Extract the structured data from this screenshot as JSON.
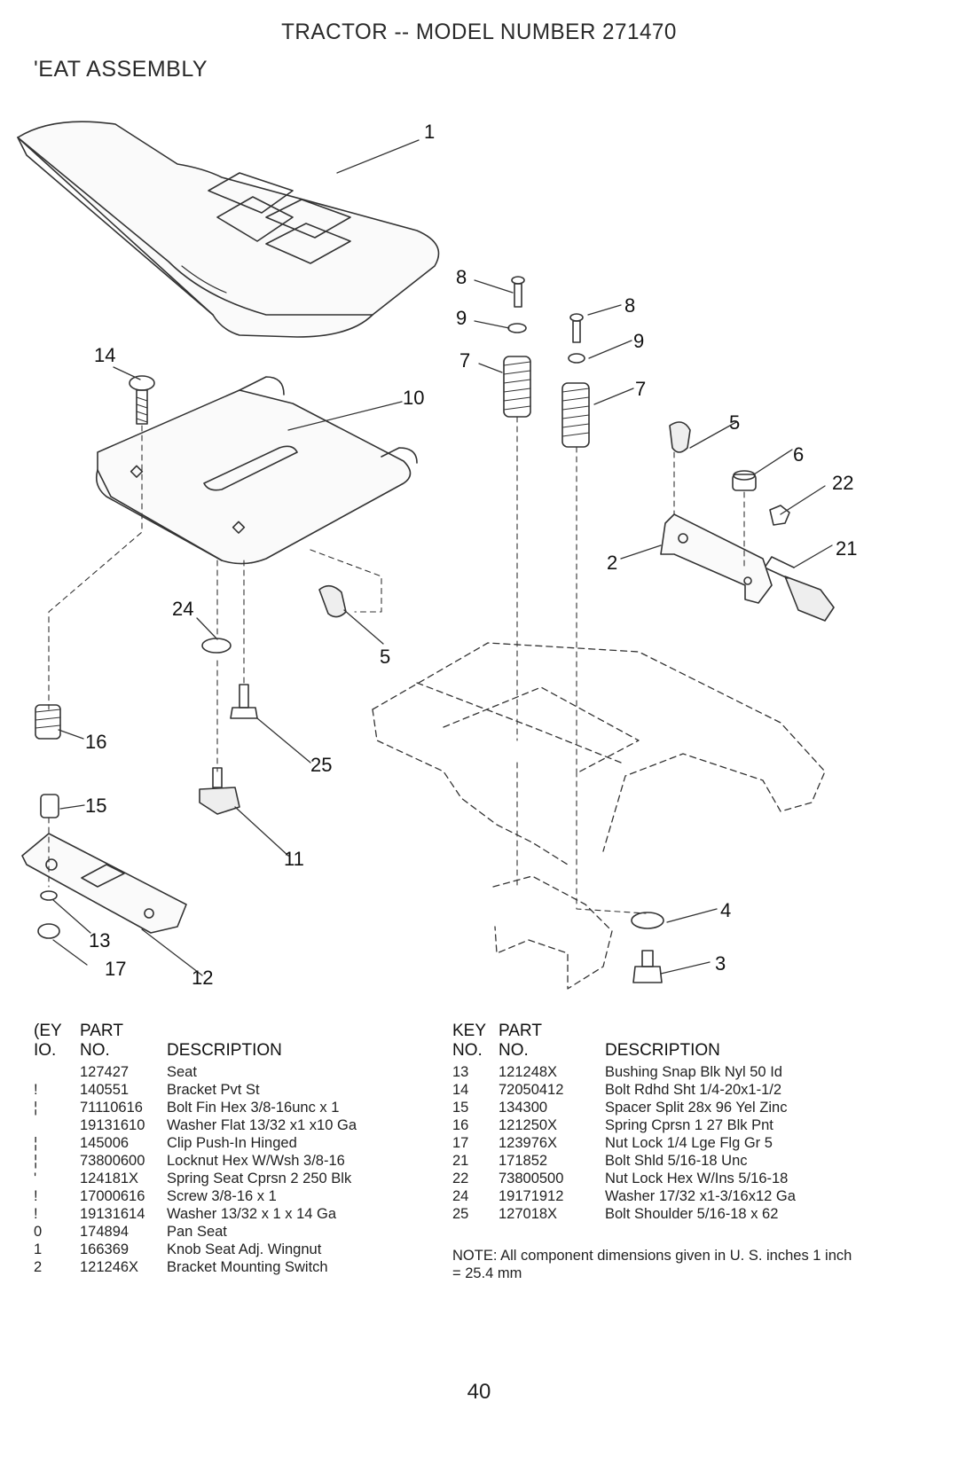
{
  "header": {
    "title": "TRACTOR -- MODEL NUMBER 271470",
    "section": "'EAT ASSEMBLY"
  },
  "diagram": {
    "callouts": [
      "1",
      "8",
      "9",
      "8",
      "7",
      "9",
      "7",
      "14",
      "10",
      "5",
      "6",
      "22",
      "2",
      "21",
      "24",
      "5",
      "16",
      "25",
      "15",
      "11",
      "4",
      "13",
      "3",
      "17",
      "12"
    ]
  },
  "table_left": {
    "header_key": [
      "(EY",
      "IO."
    ],
    "header_part": [
      "PART",
      "NO."
    ],
    "header_desc": "DESCRIPTION",
    "rows": [
      {
        "key": "",
        "part": "127427",
        "desc": "Seat"
      },
      {
        "key": "!",
        "part": "140551",
        "desc": "Bracket Pvt St"
      },
      {
        "key": "¦",
        "part": "71110616",
        "desc": "Bolt Fin Hex 3/8-16unc x 1"
      },
      {
        "key": "",
        "part": "19131610",
        "desc": "Washer Flat 13/32 x1 x10 Ga"
      },
      {
        "key": "¦",
        "part": "145006",
        "desc": "Clip Push-In Hinged"
      },
      {
        "key": "¦",
        "part": "73800600",
        "desc": "Locknut Hex W/Wsh 3/8-16"
      },
      {
        "key": "'",
        "part": "124181X",
        "desc": "Spring Seat Cprsn 2 250 Blk"
      },
      {
        "key": "!",
        "part": "17000616",
        "desc": "Screw 3/8-16 x 1"
      },
      {
        "key": "!",
        "part": "19131614",
        "desc": "Washer 13/32 x 1 x 14 Ga"
      },
      {
        "key": "0",
        "part": "174894",
        "desc": "Pan Seat"
      },
      {
        "key": "1",
        "part": "166369",
        "desc": "Knob Seat Adj. Wingnut"
      },
      {
        "key": "2",
        "part": "121246X",
        "desc": "Bracket Mounting Switch"
      }
    ]
  },
  "table_right": {
    "header_key": [
      "KEY",
      "NO."
    ],
    "header_part": [
      "PART",
      "NO."
    ],
    "header_desc": "DESCRIPTION",
    "rows": [
      {
        "key": "13",
        "part": "121248X",
        "desc": "Bushing Snap Blk Nyl 50 Id"
      },
      {
        "key": "14",
        "part": "72050412",
        "desc": "Bolt Rdhd Sht 1/4-20x1-1/2"
      },
      {
        "key": "15",
        "part": "134300",
        "desc": "Spacer Split 28x 96 Yel Zinc"
      },
      {
        "key": "16",
        "part": "121250X",
        "desc": "Spring Cprsn 1 27 Blk Pnt"
      },
      {
        "key": "17",
        "part": "123976X",
        "desc": "Nut Lock 1/4 Lge Flg Gr 5"
      },
      {
        "key": "21",
        "part": "171852",
        "desc": "Bolt Shld 5/16-18 Unc"
      },
      {
        "key": "22",
        "part": "73800500",
        "desc": "Nut Lock Hex W/Ins 5/16-18"
      },
      {
        "key": "24",
        "part": "19171912",
        "desc": "Washer 17/32 x1-3/16x12 Ga"
      },
      {
        "key": "25",
        "part": "127018X",
        "desc": "Bolt Shoulder 5/16-18 x 62"
      }
    ]
  },
  "note": {
    "label": "NOTE:",
    "text": "All component dimensions given in U. S. inches 1 inch = 25.4 mm"
  },
  "page_number": "40"
}
